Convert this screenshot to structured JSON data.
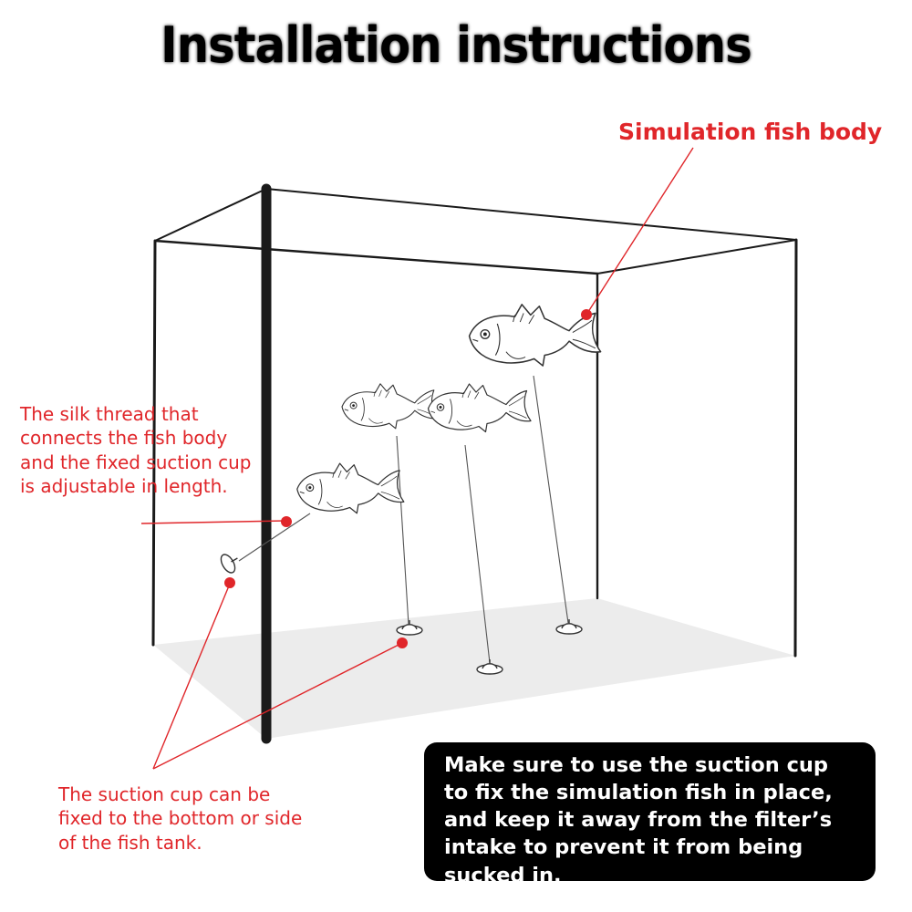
{
  "title": "Installation instructions",
  "labels": {
    "fish_body": "Simulation fish body",
    "silk_thread": "The silk thread that connects the fish body and the fixed suction cup is adjustable in length.",
    "suction_cup": "The suction cup can be fixed to the bottom or side of the fish tank."
  },
  "notice": "Make sure to use the suction cup to fix the simulation fish in place, and keep it away from the filter’s intake to prevent it from being sucked in.",
  "colors": {
    "annotation": "#e0262a",
    "frame": "#1a1a1a",
    "notice_bg": "#000000",
    "notice_text": "#ffffff"
  }
}
